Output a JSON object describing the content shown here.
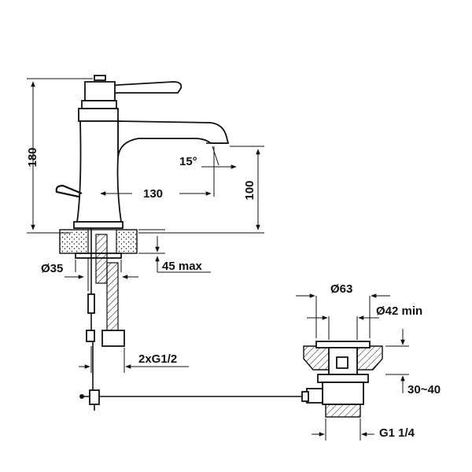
{
  "drawing": {
    "dimensions": {
      "height_180": "180",
      "spout_angle": "15°",
      "spout_reach": "130",
      "spout_height": "100",
      "hole_diameter": "Ø35",
      "deck_thickness": "45 max",
      "hoses": "2xG1/2",
      "waste_diameter": "Ø63",
      "basin_hole": "Ø42 min",
      "basin_thickness": "30~40",
      "waste_thread": "G1 1/4"
    },
    "colors": {
      "line": "#111111",
      "paper": "#ffffff"
    }
  }
}
